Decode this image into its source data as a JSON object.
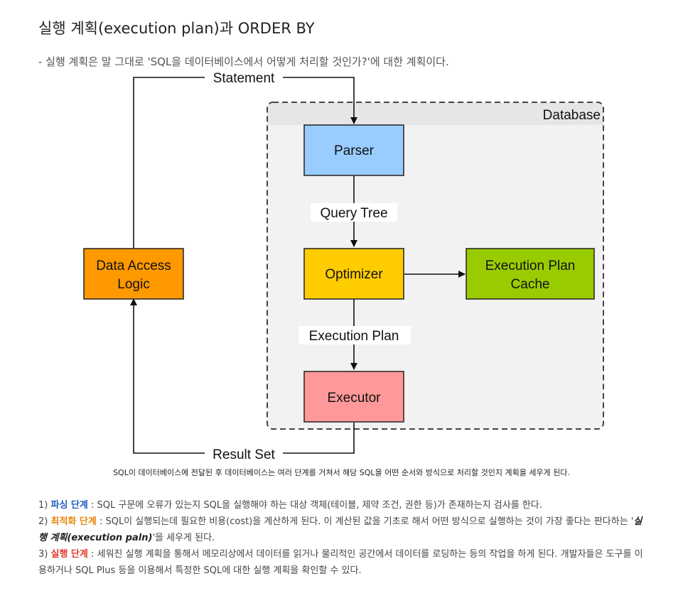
{
  "header": {
    "title": "실행 계획(execution plan)과 ORDER BY",
    "intro": "- 실행 계획은 말 그대로 'SQL을 데이터베이스에서 어떻게 처리할 것인가?'에 대한 계획이다."
  },
  "diagram": {
    "database_label": "Database",
    "nodes": {
      "parser": "Parser",
      "optimizer": "Optimizer",
      "executor": "Executor",
      "cache_line1": "Execution Plan",
      "cache_line2": "Cache",
      "dal_line1": "Data Access",
      "dal_line2": "Logic"
    },
    "edges": {
      "statement": "Statement",
      "query_tree": "Query Tree",
      "execution_plan": "Execution Plan",
      "result_set": "Result Set"
    },
    "colors": {
      "parser": "#99ccff",
      "optimizer": "#ffcc00",
      "cache": "#99cc00",
      "executor": "#ff9999",
      "data_access": "#ff9900",
      "database_bg": "#f2f2f2",
      "database_header": "#e6e6e6"
    }
  },
  "caption": "SQL이 데이터베이스에 전달된 후 데이터베이스는 여러 단계를 거쳐서 해당 SQL을 어떤 순서와 방식으로 처리할 것인지 계획을 세우게 된다.",
  "steps": [
    {
      "num": "1) ",
      "term": "파싱 단계",
      "text": " : SQL 구문에 오류가 있는지 SQL을 실행해야 하는 대상 객체(테이블, 제약 조건, 권한 등)가 존재하는지 검사를 한다."
    },
    {
      "num": "2) ",
      "term": "최적화 단계",
      "text_a": " : SQL이 실행되는데 필요한 비용(cost)을 계산하게 된다. 이 계산된 값을 기초로 해서 어떤 방식으로 실행하는 것이 가장 좋다는 판다하는 '",
      "emphasis": "실행 계획(execution paln)",
      "text_b": "'을 세우게 된다."
    },
    {
      "num": "3) ",
      "term": "실행 단계",
      "text": " : 세워진 실행 계획을 통해서 메모리상에서 데이터를 읽거나 물리적인 공간에서 데이터를 로딩하는 등의 작업을 하게 된다. 개발자들은 도구를 이용하거나 SQL Plus 등을 이용해서 특정한 SQL에 대한 실행 계획을 확인할 수 있다."
    }
  ]
}
